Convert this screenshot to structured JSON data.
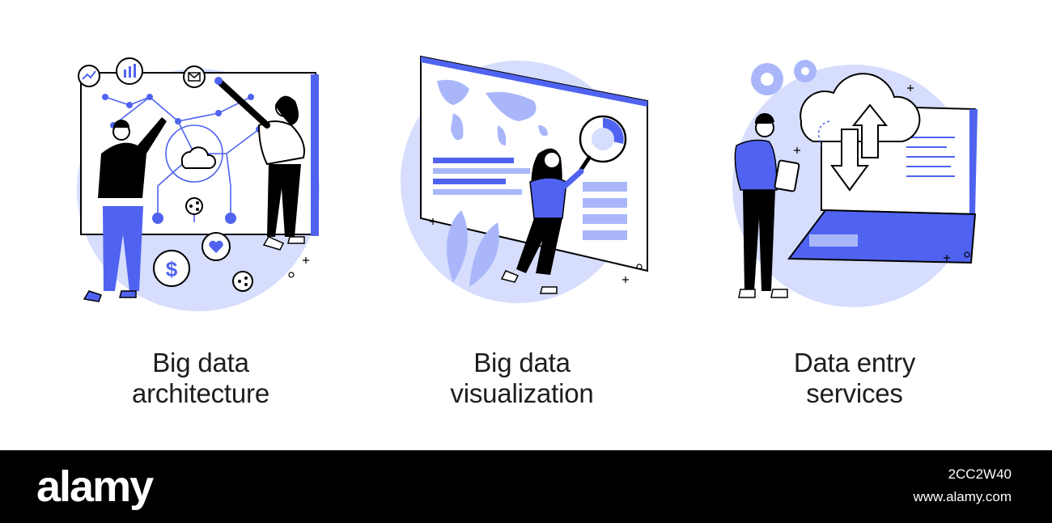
{
  "colors": {
    "accent": "#4F63F0",
    "light_blue": "#D6DDFD",
    "mid_blue": "#A9B7FA",
    "ink": "#000000"
  },
  "panels": [
    {
      "id": "big-data-architecture",
      "caption_line1": "Big data",
      "caption_line2": "architecture",
      "icons": [
        "line-chart-icon",
        "bar-chart-icon",
        "mail-icon",
        "cloud-icon",
        "share-icon",
        "heart-icon",
        "dollar-icon"
      ]
    },
    {
      "id": "big-data-visualization",
      "caption_line1": "Big data",
      "caption_line2": "visualization",
      "icons": [
        "world-map-icon",
        "magnifier-icon",
        "leaf-icon"
      ]
    },
    {
      "id": "data-entry-services",
      "caption_line1": "Data entry",
      "caption_line2": "services",
      "icons": [
        "gear-icon",
        "cloud-sync-icon",
        "laptop-icon",
        "tablet-icon"
      ]
    }
  ],
  "footer": {
    "brand": "alamy",
    "image_id": "2CC2W40",
    "site": "www.alamy.com"
  }
}
